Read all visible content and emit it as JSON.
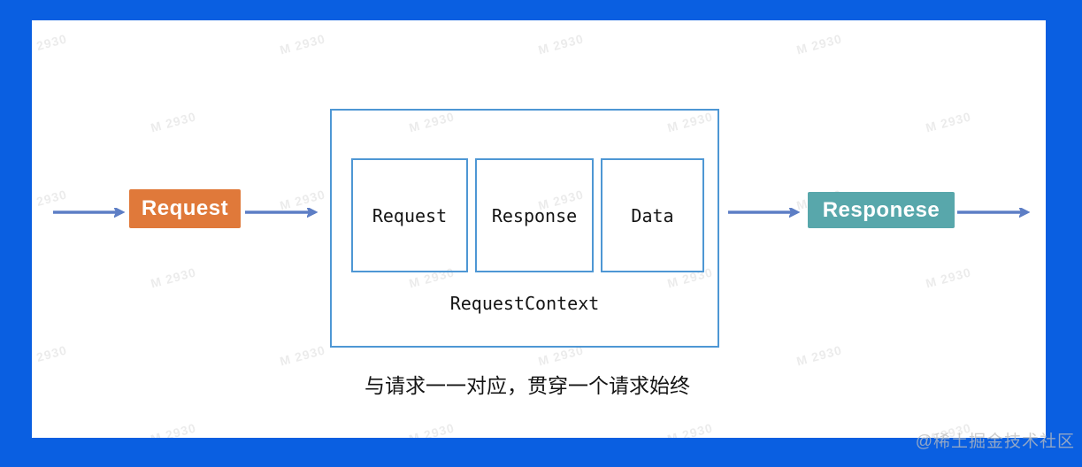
{
  "diagram": {
    "request_node": {
      "label": "Request"
    },
    "response_node": {
      "label": "Responese"
    },
    "context_container": {
      "label": "RequestContext",
      "items": [
        {
          "label": "Request"
        },
        {
          "label": "Response"
        },
        {
          "label": "Data"
        }
      ]
    },
    "caption": "与请求一一对应，贯穿一个请求始终"
  },
  "watermarks": {
    "tile_text": "M 2930",
    "brand_text": "@稀土掘金技术社区"
  },
  "colors": {
    "frame_blue": "#0a5fe1",
    "accent_orange": "#e0793a",
    "accent_teal": "#58a7ab",
    "arrow_blue": "#5d7ec5",
    "container_border": "#4e97d4"
  }
}
